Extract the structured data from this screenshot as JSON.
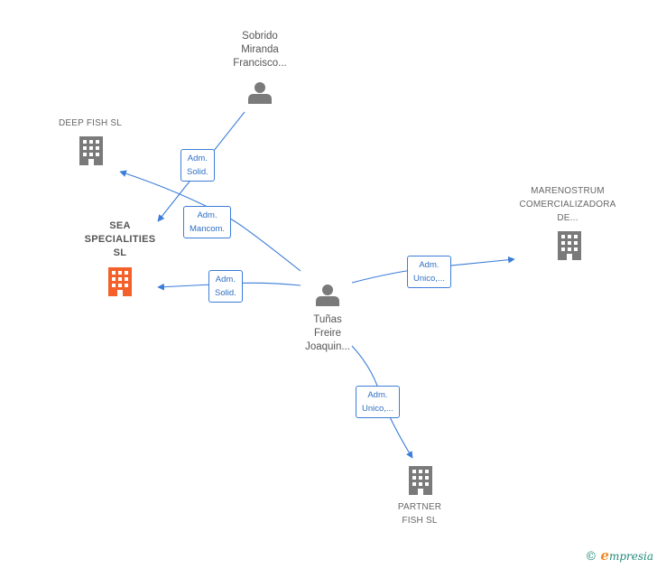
{
  "colors": {
    "edge": "#3b7dd8",
    "node": "#7a7a7a",
    "focus": "#f4602a",
    "brand": "#1f8a7a",
    "brand_e": "#f08a24"
  },
  "nodes": {
    "sobrido": {
      "type": "person",
      "lines": [
        "Sobrido",
        "Miranda",
        "Francisco..."
      ]
    },
    "tunas": {
      "type": "person",
      "lines": [
        "Tuñas",
        "Freire",
        "Joaquin..."
      ]
    },
    "deep_fish": {
      "type": "company",
      "lines": [
        "DEEP FISH SL"
      ]
    },
    "sea_specialities": {
      "type": "company",
      "focus": true,
      "lines": [
        "SEA",
        "SPECIALITIES",
        "SL"
      ]
    },
    "marenostrum": {
      "type": "company",
      "lines": [
        "MARENOSTRUM",
        "COMERCIALIZADORA",
        "DE..."
      ]
    },
    "partner_fish": {
      "type": "company",
      "lines": [
        "PARTNER",
        "FISH  SL"
      ]
    }
  },
  "edges": [
    {
      "from": "sobrido",
      "to": "sea_specialities",
      "label": [
        "Adm.",
        "Solid."
      ]
    },
    {
      "from": "tunas",
      "to": "deep_fish",
      "label": [
        "Adm.",
        "Mancom."
      ]
    },
    {
      "from": "tunas",
      "to": "sea_specialities",
      "label": [
        "Adm.",
        "Solid."
      ]
    },
    {
      "from": "tunas",
      "to": "marenostrum",
      "label": [
        "Adm.",
        "Unico,..."
      ]
    },
    {
      "from": "tunas",
      "to": "partner_fish",
      "label": [
        "Adm.",
        "Unico,..."
      ]
    }
  ],
  "brand": {
    "copyright": "©",
    "e": "e",
    "rest": "mpresia"
  }
}
